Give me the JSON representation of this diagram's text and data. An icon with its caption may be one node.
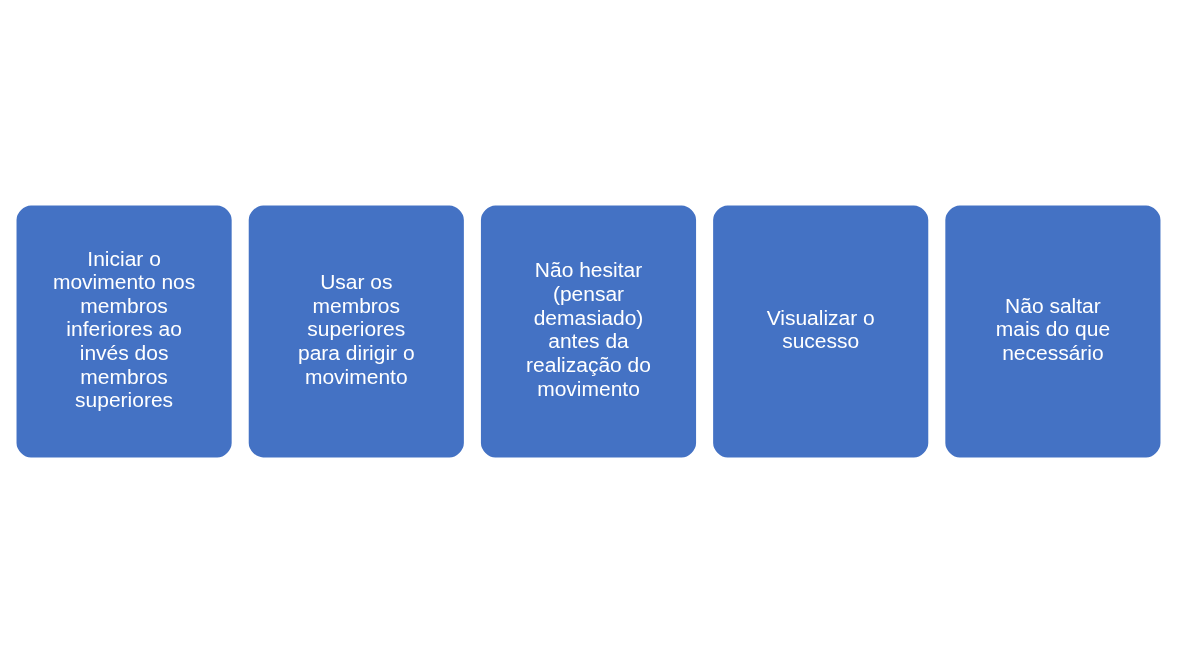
{
  "diagram": {
    "nodes": [
      {
        "text": [
          "Iniciar o movimento nos membros inferiores ao invés dos membros superiores"
        ]
      },
      {
        "text": [
          "Usar os membros superiores para dirigir o movimento"
        ]
      },
      {
        "text": [
          "Não hesitar (pensar demasiado) antes da realização do movimento"
        ]
      },
      {
        "text": [
          "Visualizar o sucesso"
        ]
      },
      {
        "text": [
          "Não saltar mais do que necessário"
        ]
      }
    ]
  }
}
